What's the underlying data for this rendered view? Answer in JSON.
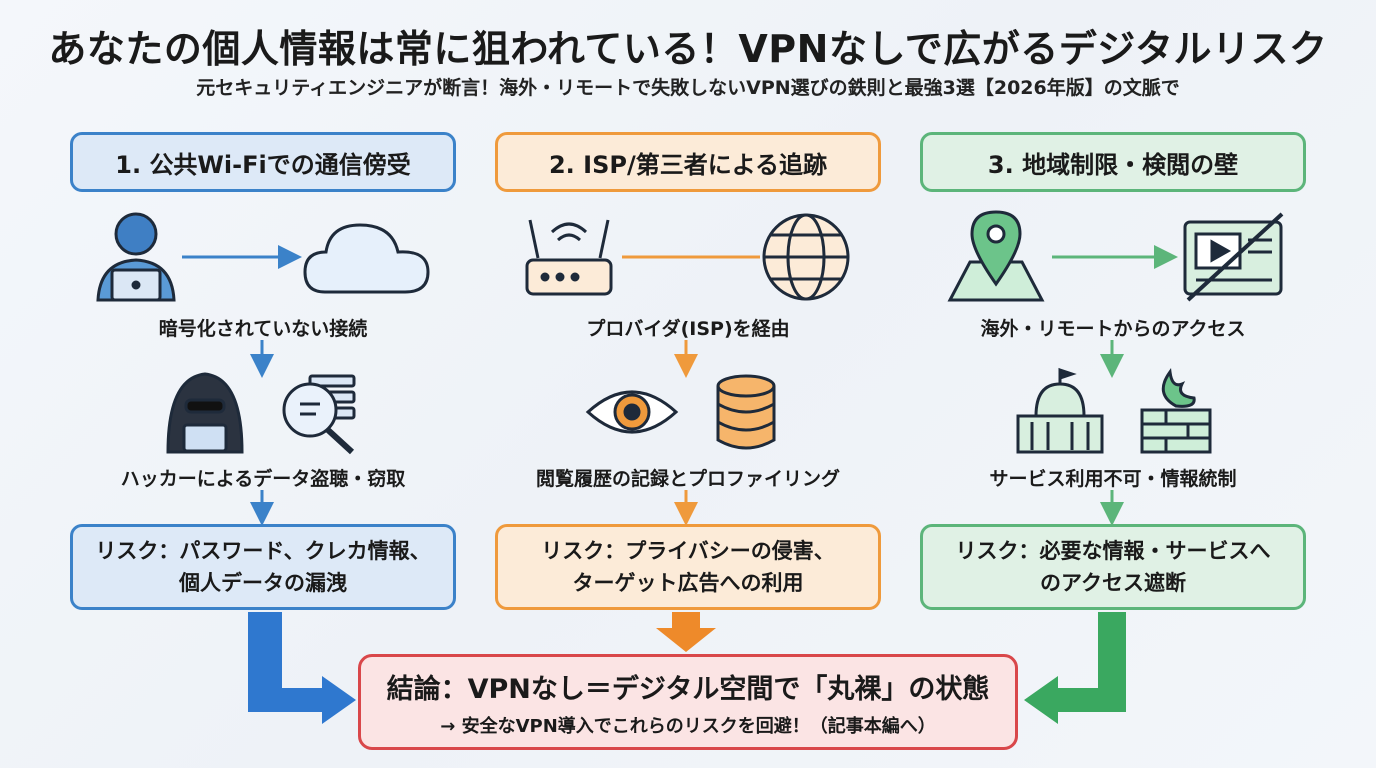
{
  "title": "あなたの個人情報は常に狙われている！VPNなしで広がるデジタルリスク",
  "subtitle": "元セキュリティエンジニアが断言！海外・リモートで失敗しないVPN選びの鉄則と最強3選【2026年版】の文脈で",
  "colors": {
    "blue": "#3b82c9",
    "orange": "#ef9a3c",
    "green": "#5cb57a",
    "red": "#d9474a"
  },
  "columns": [
    {
      "header": "1. 公共Wi-Fiでの通信傍受",
      "step1": "暗号化されていない接続",
      "step2": "ハッカーによるデータ盗聴・窃取",
      "risk_line1": "リスク：パスワード、クレカ情報、",
      "risk_line2": "個人データの漏洩"
    },
    {
      "header": "2. ISP/第三者による追跡",
      "step1": "プロバイダ(ISP)を経由",
      "step2": "閲覧履歴の記録とプロファイリング",
      "risk_line1": "リスク：プライバシーの侵害、",
      "risk_line2": "ターゲット広告への利用"
    },
    {
      "header": "3. 地域制限・検閲の壁",
      "step1": "海外・リモートからのアクセス",
      "step2": "サービス利用不可・情報統制",
      "risk_line1": "リスク：必要な情報・サービスへ",
      "risk_line2": "のアクセス遮断"
    }
  ],
  "conclusion": {
    "title": "結論：VPNなし＝デジタル空間で「丸裸」の状態",
    "sub": "→ 安全なVPN導入でこれらのリスクを回避！（記事本編へ）"
  },
  "icons": [
    "user-laptop-icon",
    "cloud-icon",
    "hacker-icon",
    "magnifier-data-icon",
    "router-icon",
    "globe-icon",
    "eye-icon",
    "database-icon",
    "map-pin-icon",
    "blocked-video-icon",
    "government-building-icon",
    "firewall-icon"
  ]
}
